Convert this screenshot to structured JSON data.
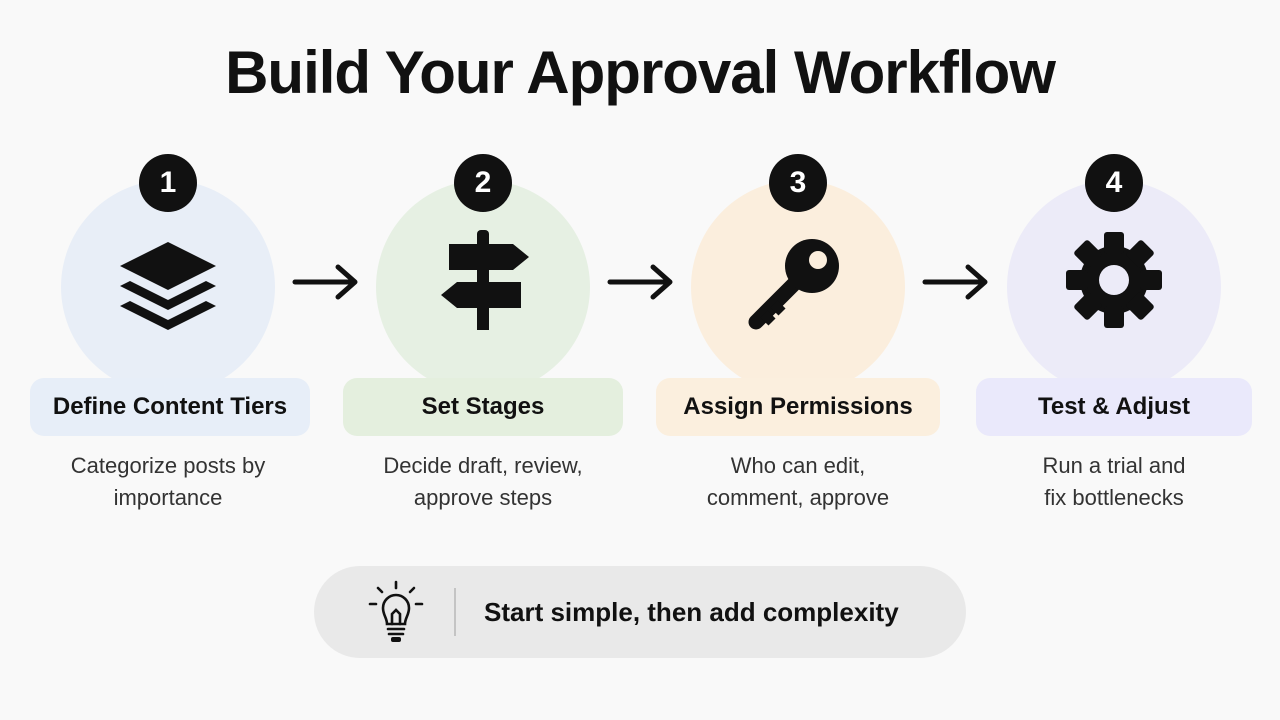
{
  "title": "Build Your Approval Workflow",
  "steps": [
    {
      "number": "1",
      "label": "Define Content Tiers",
      "description_lines": [
        "Categorize posts by",
        "importance"
      ],
      "icon": "layers-icon",
      "circle_color": "#e8eef7",
      "label_color": "#e7eef8"
    },
    {
      "number": "2",
      "label": "Set Stages",
      "description_lines": [
        "Decide draft, review,",
        "approve steps"
      ],
      "icon": "signpost-icon",
      "circle_color": "#e6f0e3",
      "label_color": "#e4efde"
    },
    {
      "number": "3",
      "label": "Assign Permissions",
      "description_lines": [
        "Who can edit,",
        "comment, approve"
      ],
      "icon": "key-icon",
      "circle_color": "#fbeedd",
      "label_color": "#fbefde"
    },
    {
      "number": "4",
      "label": "Test & Adjust",
      "description_lines": [
        "Run a trial and",
        "fix bottlenecks"
      ],
      "icon": "gear-icon",
      "circle_color": "#ecebf8",
      "label_color": "#eae9fb"
    }
  ],
  "tip": {
    "text": "Start simple, then add complexity",
    "icon": "lightbulb-icon"
  }
}
